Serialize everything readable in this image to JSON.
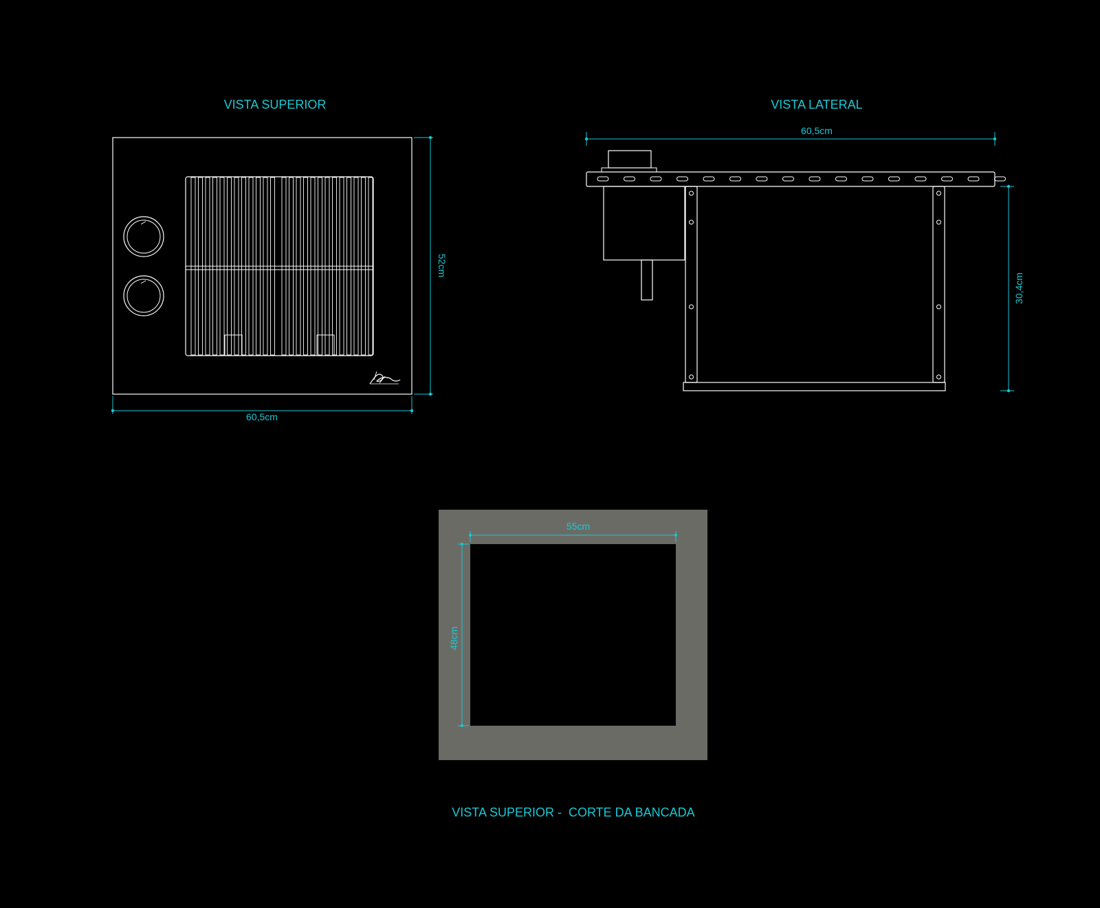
{
  "colors": {
    "background": "#000000",
    "line": "#ffffff",
    "dimension": "#19c9d6",
    "countertop": "#6b6b66"
  },
  "views": {
    "top": {
      "title": "VISTA SUPERIOR",
      "width_label": "60,5cm",
      "depth_label": "52cm"
    },
    "side": {
      "title": "VISTA LATERAL",
      "width_label": "60,5cm",
      "height_label": "30,4cm"
    },
    "cutout": {
      "title": "VISTA SUPERIOR -  CORTE DA BANCADA",
      "width_label": "55cm",
      "depth_label": "48cm"
    }
  },
  "icons": {
    "knobs": [
      "control-knob-icon",
      "control-knob-icon"
    ],
    "logo": "brand-logo-signature-icon"
  }
}
